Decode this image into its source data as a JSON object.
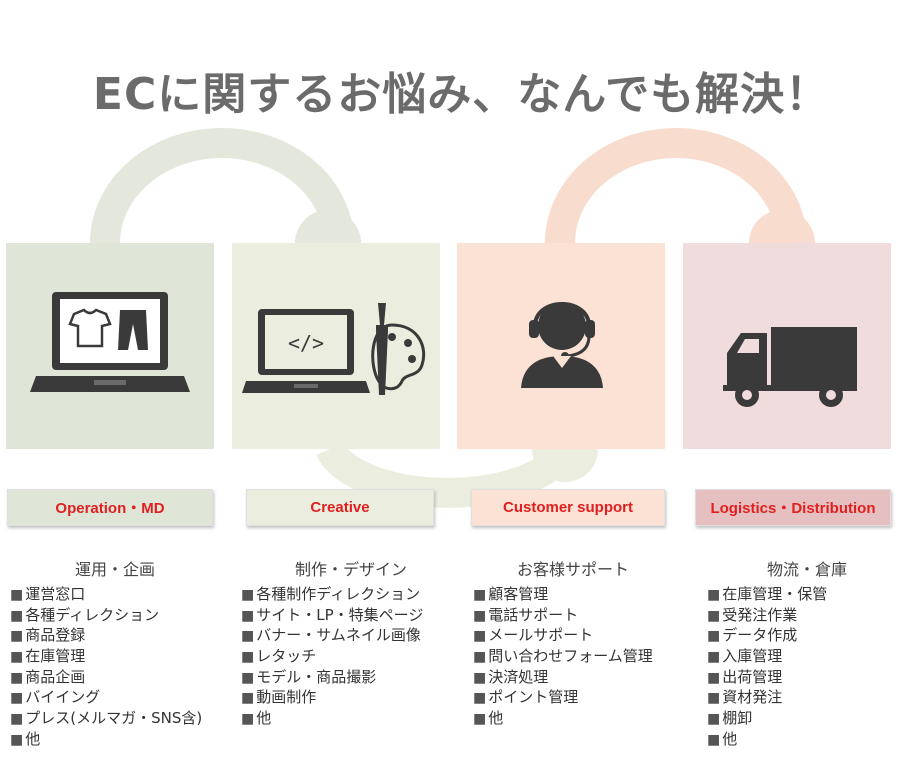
{
  "title": "ECに関するお悩み、なんでも解決！",
  "colors": {
    "operation": "#dfe6d8",
    "creative": "#ebeede",
    "customer": "#fbe2d4",
    "logistics": "#f0dcdc",
    "logistics_label": "#e6c0c0",
    "label_text": "#e02020",
    "icon": "#3a3a3a"
  },
  "sections": [
    {
      "key": "operation",
      "label": "Operation・MD",
      "icon": "laptop-clothing-icon",
      "heading": "運用・企画",
      "items": [
        "運営窓口",
        "各種ディレクション",
        "商品登録",
        "在庫管理",
        "商品企画",
        "バイイング",
        "プレス(メルマガ・SNS含)",
        "他"
      ]
    },
    {
      "key": "creative",
      "label": "Creative",
      "icon": "laptop-code-palette-icon",
      "heading": "制作・デザイン",
      "items": [
        "各種制作ディレクション",
        "サイト・LP・特集ページ",
        "バナー・サムネイル画像",
        "レタッチ",
        "モデル・商品撮影",
        "動画制作",
        "他"
      ]
    },
    {
      "key": "customer",
      "label": "Customer support",
      "icon": "headset-operator-icon",
      "heading": "お客様サポート",
      "items": [
        "顧客管理",
        "電話サポート",
        "メールサポート",
        "問い合わせフォーム管理",
        "決済処理",
        "ポイント管理",
        "他"
      ]
    },
    {
      "key": "logistics",
      "label": "Logistics・Distribution",
      "icon": "truck-icon",
      "heading": "物流・倉庫",
      "items": [
        "在庫管理・保管",
        "受発注作業",
        "データ作成",
        "入庫管理",
        "出荷管理",
        "資材発注",
        "棚卸",
        "他"
      ]
    }
  ]
}
